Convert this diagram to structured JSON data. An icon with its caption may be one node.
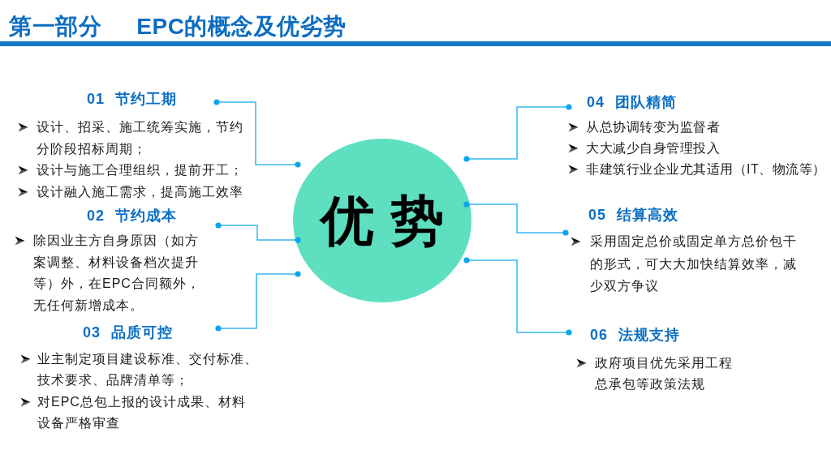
{
  "diagram": {
    "title": "第一部分 EPC的概念及优劣势",
    "nodes": [
      {
        "text": [
          "01 节约工期"
        ],
        "beside": [
          "设计、招采、施工统筹实施，节约分阶段招标周期；",
          "设计与施工合理组织，提前开工；",
          "设计融入施工需求，提高施工效率"
        ]
      },
      {
        "text": [
          "02 节约成本"
        ],
        "beside": [
          "除因业主方自身原因（如方案调整、材料设备档次提升等）外，在EPC合同额外，无任何新增成本。"
        ]
      },
      {
        "text": [
          "03 品质可控"
        ],
        "beside": [
          "业主制定项目建设标准、交付标准、技术要求、品牌清单等；",
          "对EPC总包上报的设计成果、材料设备严格审查"
        ]
      },
      {
        "text": [
          "优势"
        ]
      },
      {
        "text": [
          "04 团队精简"
        ],
        "beside": [
          "从总协调转变为监督者",
          "大大减少自身管理投入",
          "非建筑行业企业尤其适用（IT、物流等）"
        ]
      },
      {
        "text": [
          "05 结算高效"
        ],
        "beside": [
          "采用固定总价或固定单方总价包干的形式，可大大加快结算效率，减少双方争议"
        ]
      },
      {
        "text": [
          "06 法规支持"
        ],
        "beside": [
          "政府项目优先采用工程总承包等政策法规"
        ]
      }
    ],
    "edges": [
      {
        "from": 0,
        "to": 3,
        "arrow": "other"
      },
      {
        "from": 1,
        "to": 3,
        "arrow": "other"
      },
      {
        "from": 2,
        "to": 3,
        "arrow": "other"
      },
      {
        "from": 4,
        "to": 3,
        "arrow": "other"
      },
      {
        "from": 5,
        "to": 3,
        "arrow": "other"
      },
      {
        "from": 6,
        "to": 3,
        "arrow": "other"
      }
    ]
  }
}
